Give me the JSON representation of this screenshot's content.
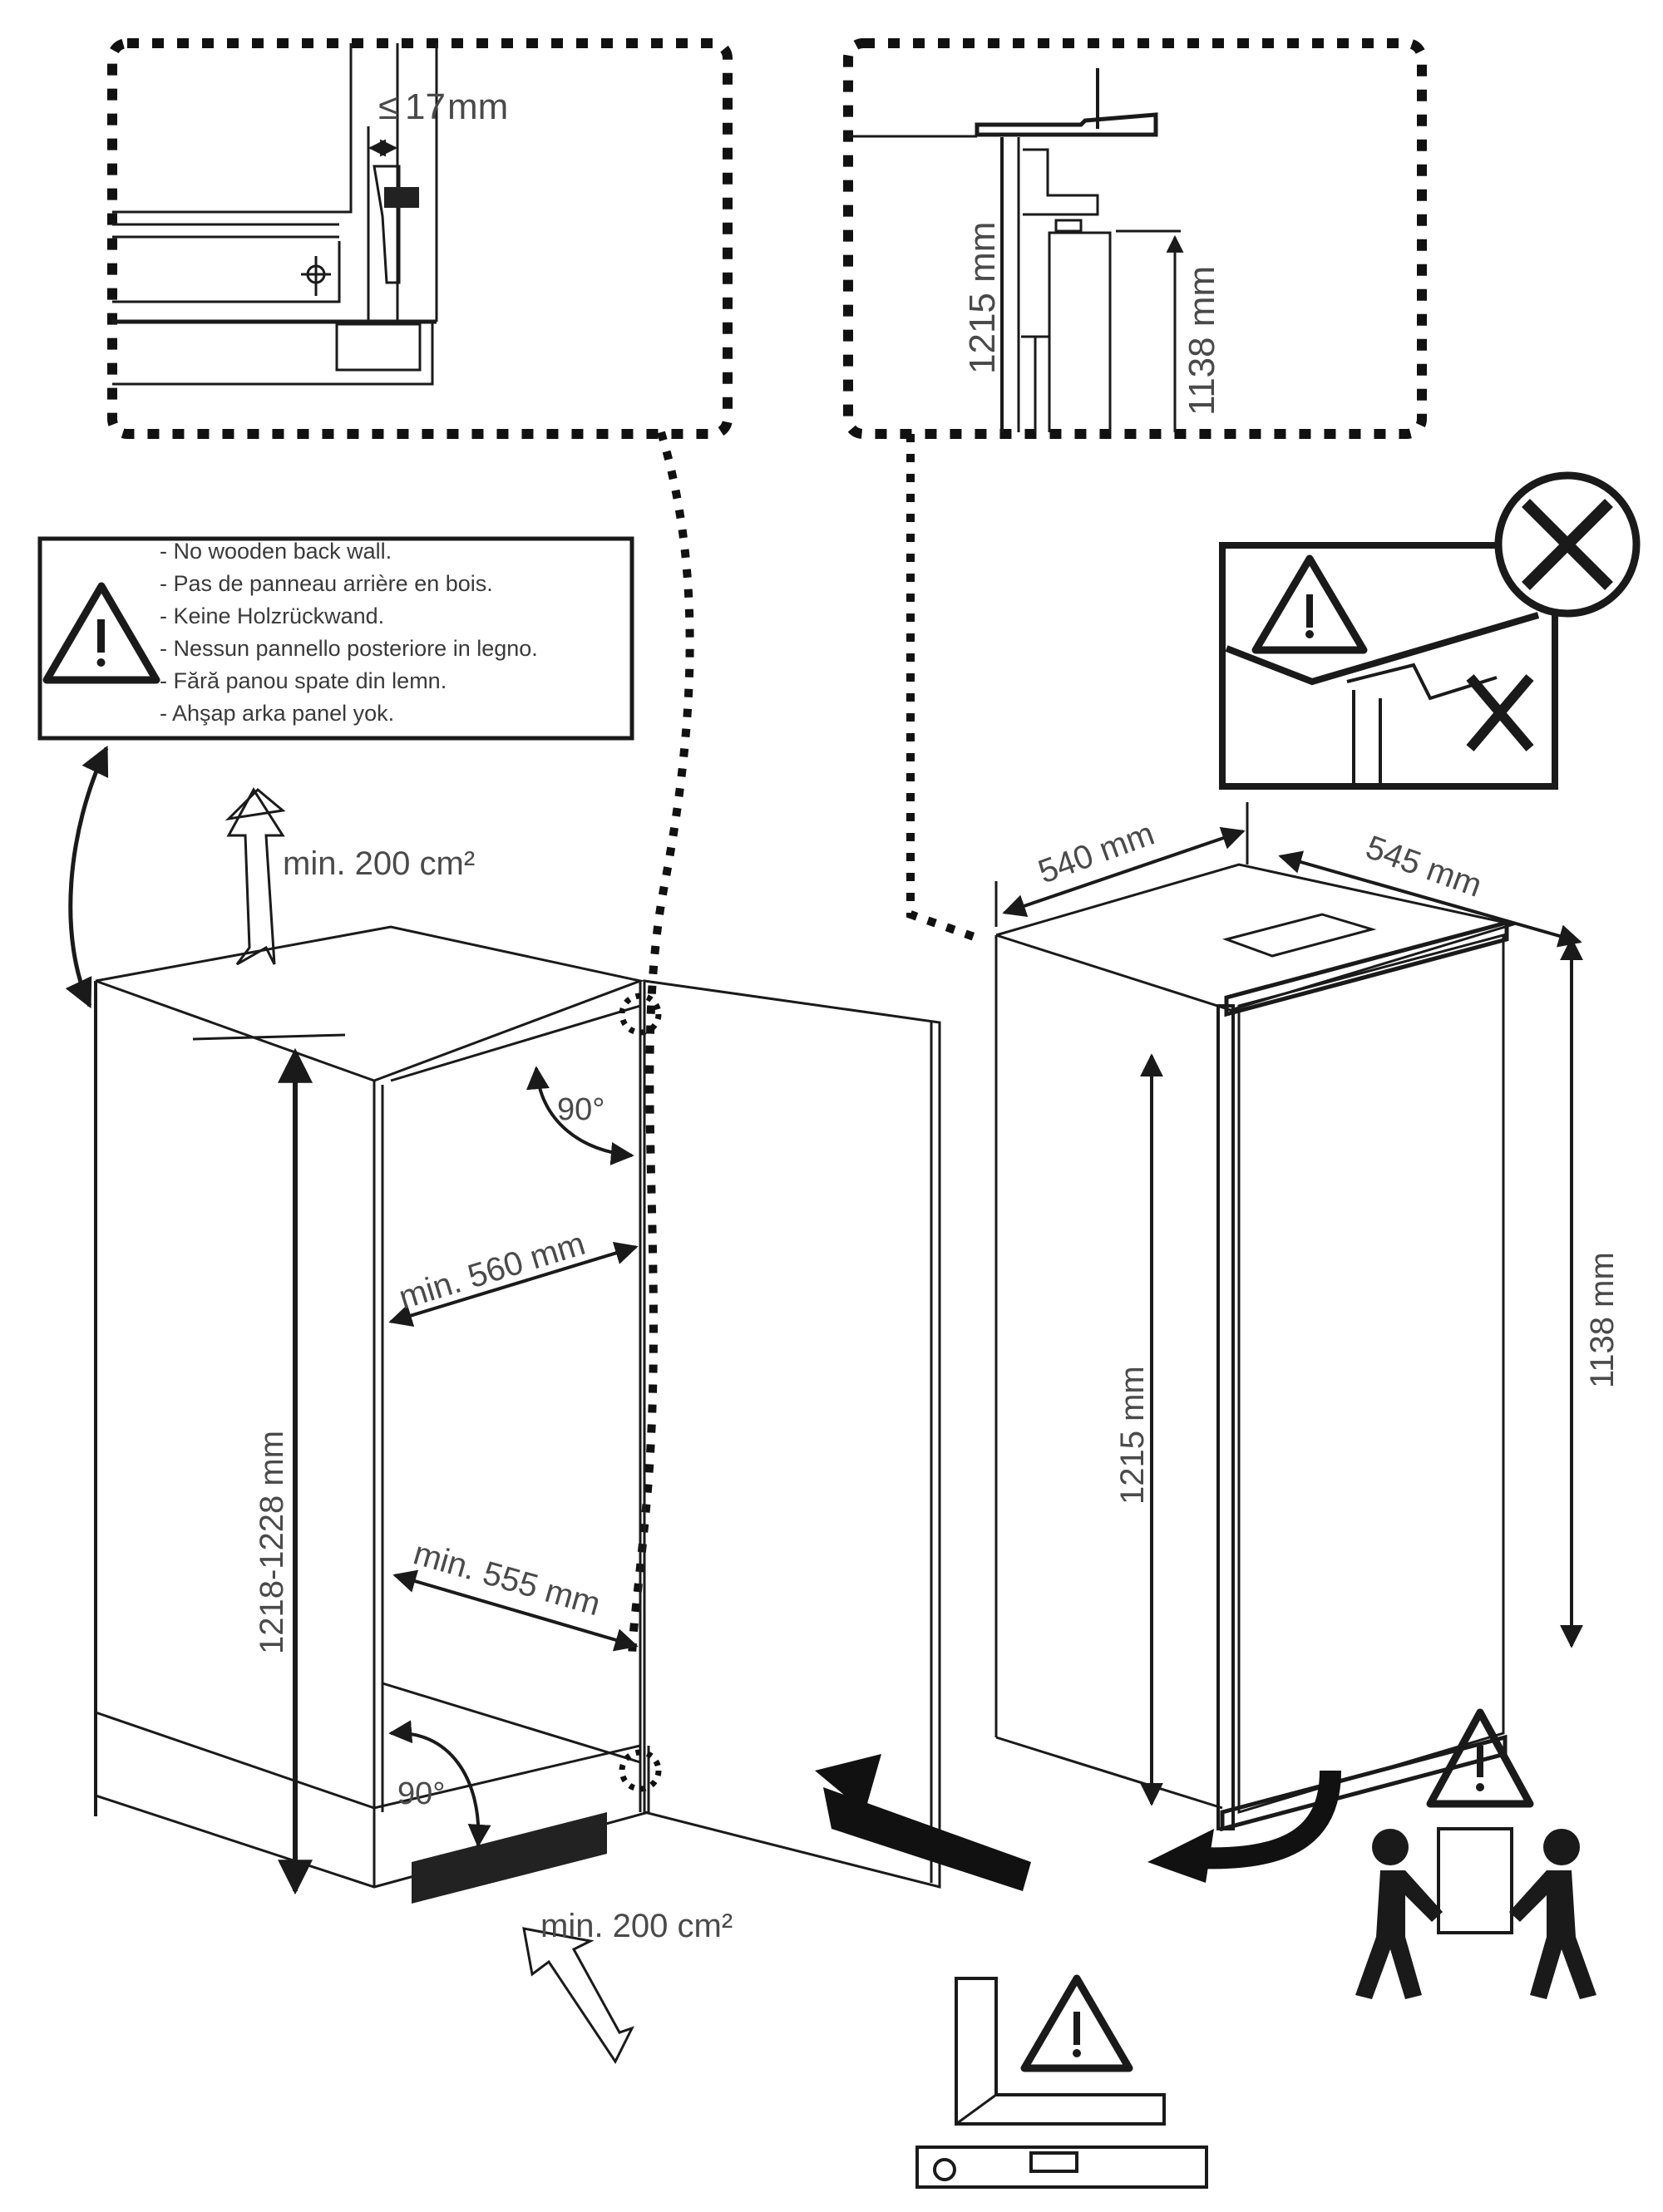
{
  "title": "Built-in refrigerator installation dimensions",
  "colors": {
    "line": "#1a1a1a",
    "label": "#4a4a4a",
    "background": "#ffffff"
  },
  "detail_left": {
    "label": "≤ 17 mm",
    "le_symbol": "≤",
    "value": "17",
    "unit": "mm"
  },
  "detail_right": {
    "label_a": "1215 mm",
    "label_b": "1138 mm"
  },
  "warning_box": {
    "icon": "warning-triangle-icon",
    "lines": [
      "- No wooden back wall.",
      "- Pas de panneau arrière en bois.",
      "- Keine Holzrückwand.",
      "- Nessun pannello posteriore in legno.",
      "- Fără panou spate din lemn.",
      "- Ahşap arka panel yok."
    ]
  },
  "niche": {
    "vent_top": "min. 200 cm²",
    "vent_bottom": "min. 200 cm²",
    "angle_top": "90°",
    "angle_bottom": "90°",
    "width_top": "min. 560 mm",
    "width_bottom": "min. 555 mm",
    "height": "1218-1228 mm"
  },
  "appliance": {
    "width": "540 mm",
    "depth": "545 mm",
    "height_total": "1215 mm",
    "height_body": "1138 mm"
  },
  "icons": {
    "prohibited": "circle-x-icon",
    "hand_warning": "warning-triangle-icon",
    "two_person": "two-person-lift-icon",
    "level": "spirit-level-icon",
    "square": "set-square-icon"
  }
}
